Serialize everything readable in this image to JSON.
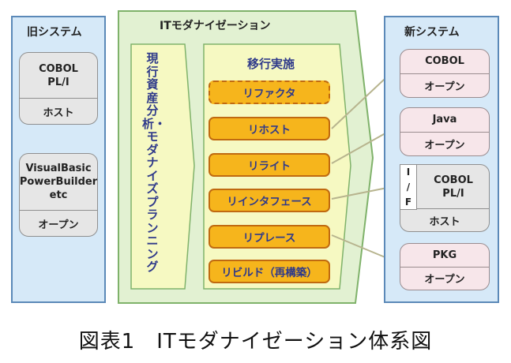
{
  "old_system": {
    "title": "旧システム",
    "boxes": [
      {
        "top": "COBOL\nPL/I",
        "bottom": "ホスト"
      },
      {
        "top": "VisualBasic\nPowerBuilder\netc",
        "bottom": "オープン"
      }
    ]
  },
  "modernization": {
    "title": "ITモダナイゼーション",
    "analysis": "現行資産分析・モダナイズプランニング",
    "execution": {
      "title": "移行実施",
      "steps": [
        "リファクタ",
        "リホスト",
        "リライト",
        "リインタフェース",
        "リプレース",
        "リビルド（再構築）"
      ]
    }
  },
  "new_system": {
    "title": "新システム",
    "boxes": [
      {
        "top": "COBOL",
        "bottom": "オープン"
      },
      {
        "top": "Java",
        "bottom": "オープン"
      },
      {
        "top": "COBOL\nPL/I",
        "bottom": "ホスト",
        "interface": [
          "I",
          "/",
          "F"
        ]
      },
      {
        "top": "PKG",
        "bottom": "オープン"
      }
    ]
  },
  "caption": "図表1　ITモダナイゼーション体系図",
  "colors": {
    "panel_fill": "#d6e9f8",
    "panel_border": "#5b89b8",
    "green_fill": "#e2f1d2",
    "green_border": "#7fb26a",
    "step_fill": "#f6b51c",
    "step_border": "#c06a10",
    "text_blue": "#2f3a8a",
    "arrow": "#b7b48e"
  }
}
